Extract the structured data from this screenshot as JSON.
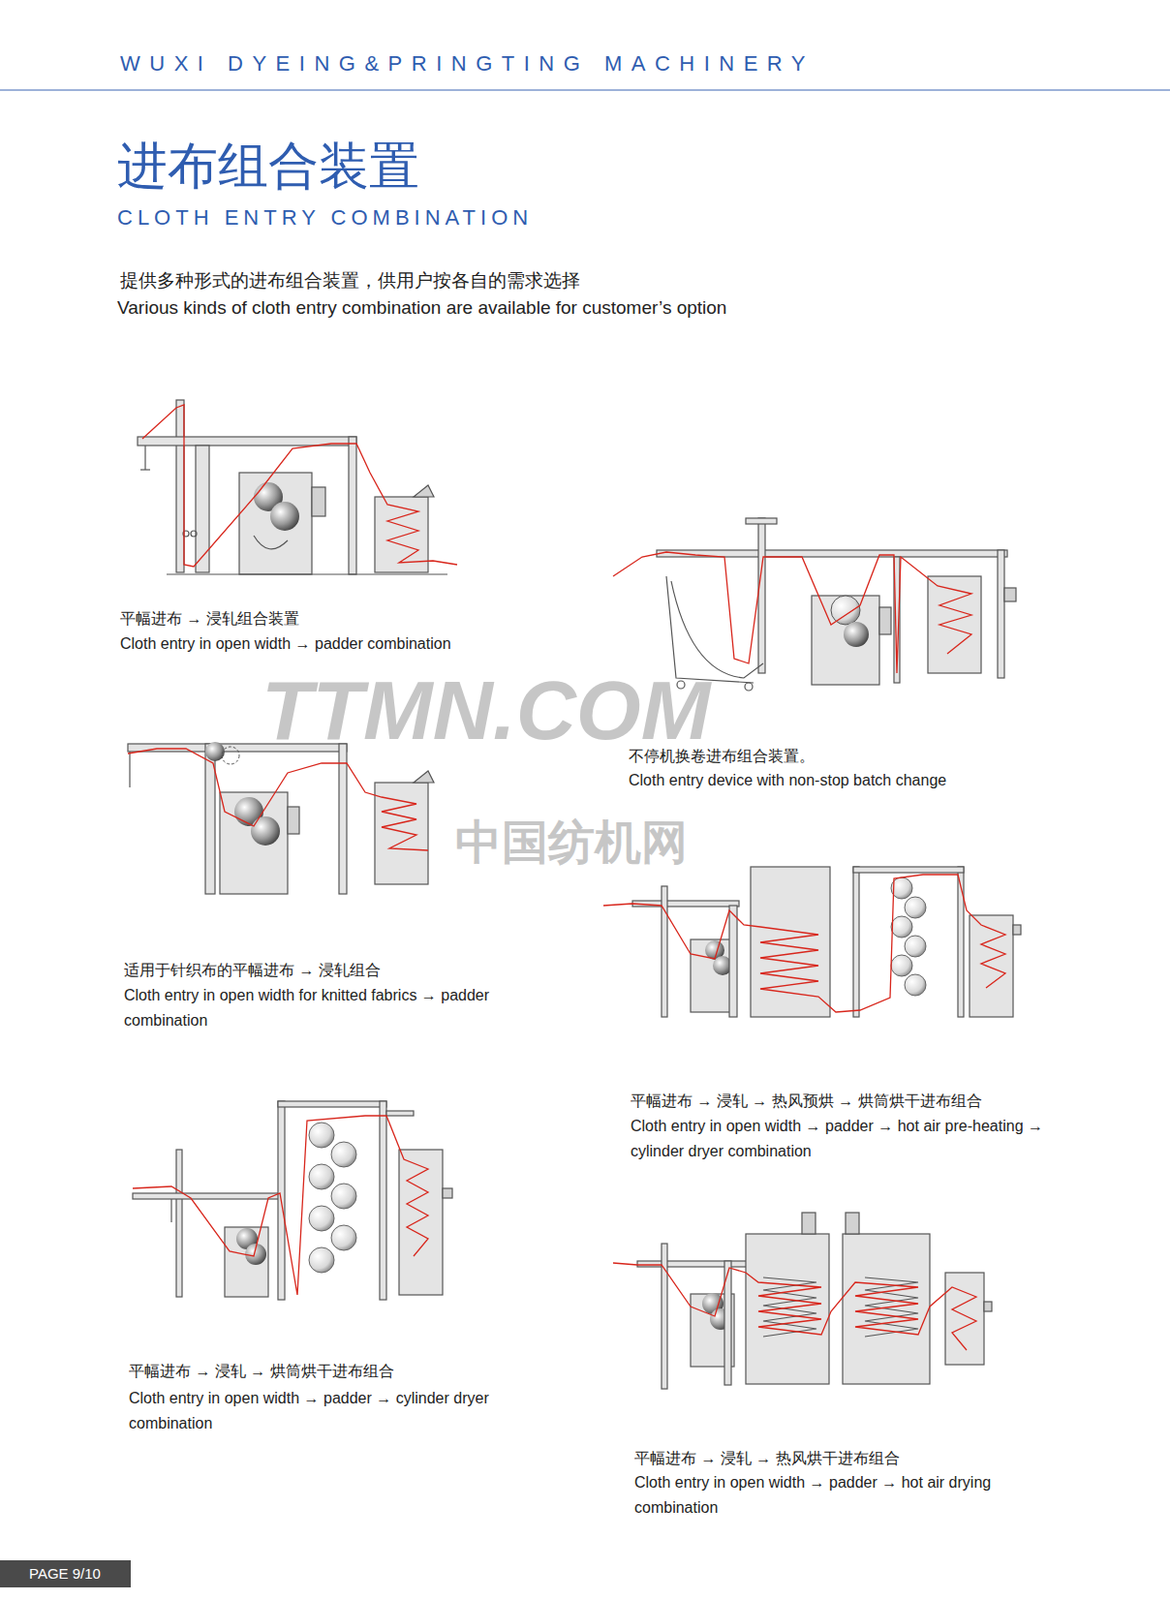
{
  "diagram": {
    "title": "进布组合装置",
    "labels": [
      "WUXI DYEING&PRINGTING MACHINERY",
      "CLOTH ENTRY COMBINATION",
      "提供多种形式的进布组合装置，供用户按各自的需求选择",
      "Various kinds of cloth entry combination are available for customer’s option",
      "平幅进布 → 浸轧组合装置",
      "Cloth entry in open width → padder combination",
      "不停机换卷进布组合装置。",
      "Cloth entry device with non-stop batch change",
      "适用于针织布的平幅进布 → 浸轧组合",
      "Cloth entry in open width for knitted fabrics → padder combination",
      "平幅进布 → 浸轧 → 热风预烘 → 烘筒烘干进布组合",
      "Cloth entry in open width → padder → hot air pre-heating → cylinder dryer combination",
      "平幅进布 → 浸轧 → 烘筒烘干进布组合",
      "Cloth entry in open width → padder → cylinder dryer combination",
      "平幅进布 → 浸轧 → 热风烘干进布组合",
      "Cloth entry in open width → padder → hot air drying combination",
      "TTMN.COM",
      "中国纺机网",
      "PAGE 9/10"
    ]
  }
}
